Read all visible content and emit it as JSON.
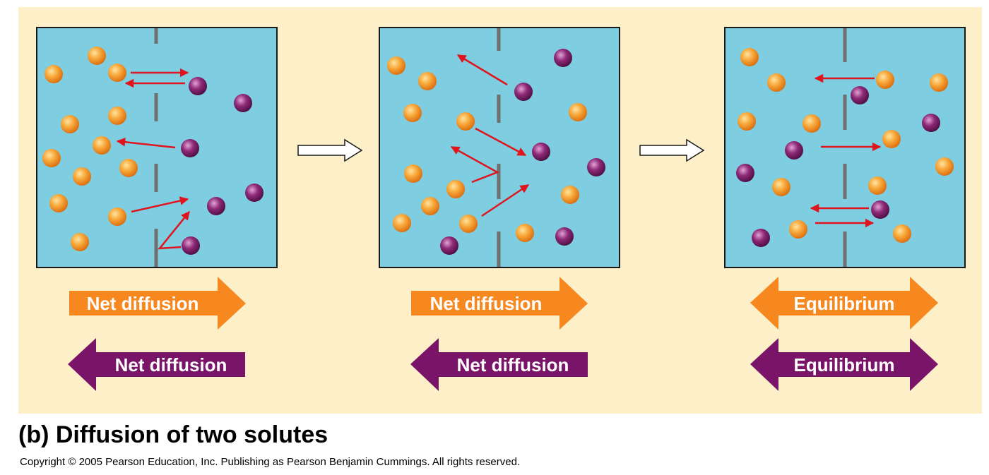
{
  "figure": {
    "caption": "(b) Diffusion of two solutes",
    "copyright": "Copyright ©  2005 Pearson Education, Inc. Publishing as Pearson Benjamin Cummings. All rights reserved.",
    "panels": [
      {
        "orange_label": "Net diffusion",
        "purple_label": "Net diffusion"
      },
      {
        "orange_label": "Net diffusion",
        "purple_label": "Net diffusion"
      },
      {
        "orange_label": "Equilibrium",
        "purple_label": "Equilibrium"
      }
    ]
  },
  "colors": {
    "background": "#fdf0c8",
    "chamber_fill": "#7ecde0",
    "membrane": "#707070",
    "orange_solute": "#f59a21",
    "purple_solute": "#7a1f66",
    "orange_arrow": "#f7871f",
    "purple_arrow": "#7a1468",
    "motion_arrow": "#e0141c"
  }
}
